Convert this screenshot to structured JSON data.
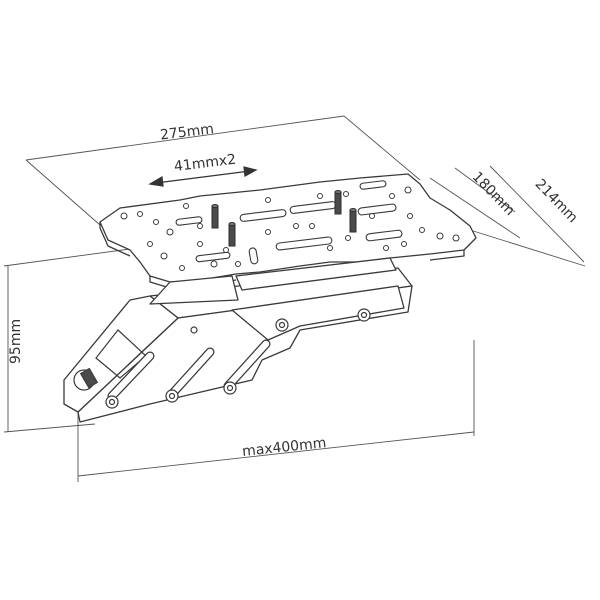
{
  "colors": {
    "line": "#3a3a3a",
    "dim": "#555555",
    "background": "#ffffff",
    "part_fill": "#ffffff",
    "post_fill": "#4a4a4a"
  },
  "dimensions": {
    "width_top": "275mm",
    "hole_spacing": "41mmx2",
    "depth_inner": "180mm",
    "depth_outer": "214mm",
    "height": "95mm",
    "width_bottom": "max400mm"
  }
}
